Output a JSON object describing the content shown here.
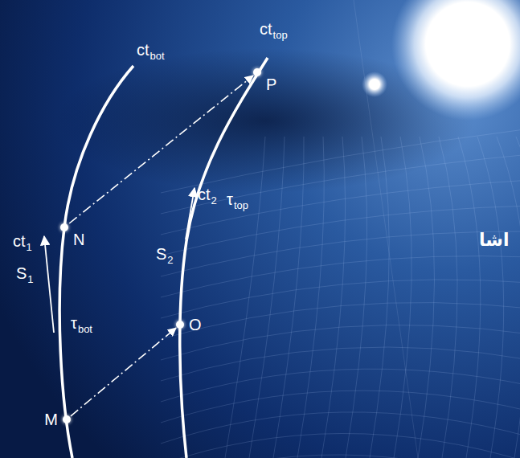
{
  "diagram": {
    "nodes": [
      {
        "text": [
          "P"
        ]
      },
      {
        "text": [
          "N"
        ]
      },
      {
        "text": [
          "O"
        ]
      },
      {
        "text": [
          "M"
        ]
      }
    ],
    "edges": [
      {
        "from": 3,
        "to": 2,
        "arrow": "to"
      },
      {
        "from": 1,
        "to": 0,
        "arrow": "to"
      }
    ],
    "labels": [
      "ct",
      "bot",
      "ct",
      "top",
      "ct",
      "2",
      "τ",
      "top",
      "S",
      "2",
      "ct",
      "1",
      "S",
      "1",
      "τ",
      "bot",
      "اشا"
    ]
  }
}
